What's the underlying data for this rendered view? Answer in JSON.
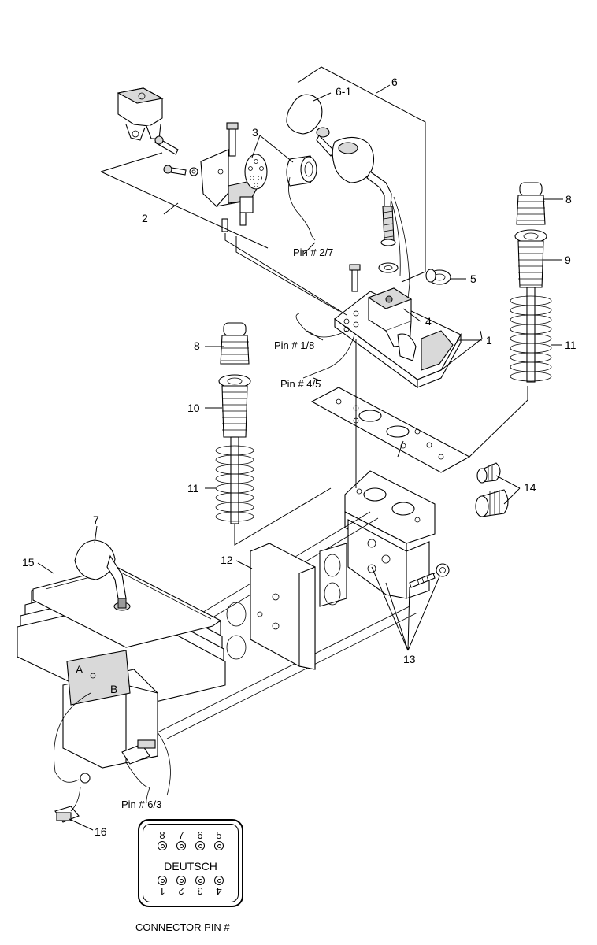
{
  "callouts": {
    "c1": "1",
    "c2": "2",
    "c3": "3",
    "c4": "4",
    "c5": "5",
    "c6": "6",
    "c6_1": "6-1",
    "c7": "7",
    "c8a": "8",
    "c8b": "8",
    "c9": "9",
    "c10": "10",
    "c11a": "11",
    "c11b": "11",
    "c12": "12",
    "c13": "13",
    "c14": "14",
    "c15": "15",
    "c16": "16"
  },
  "pin_labels": {
    "p27": "Pin # 2/7",
    "p18": "Pin # 1/8",
    "p45": "Pin # 4/5",
    "p63": "Pin # 6/3"
  },
  "connector": {
    "top_pins": [
      "8",
      "7",
      "6",
      "5"
    ],
    "bottom_pins": [
      "1",
      "2",
      "3",
      "4"
    ],
    "type": "DEUTSCH",
    "caption": "CONNECTOR PIN #"
  }
}
